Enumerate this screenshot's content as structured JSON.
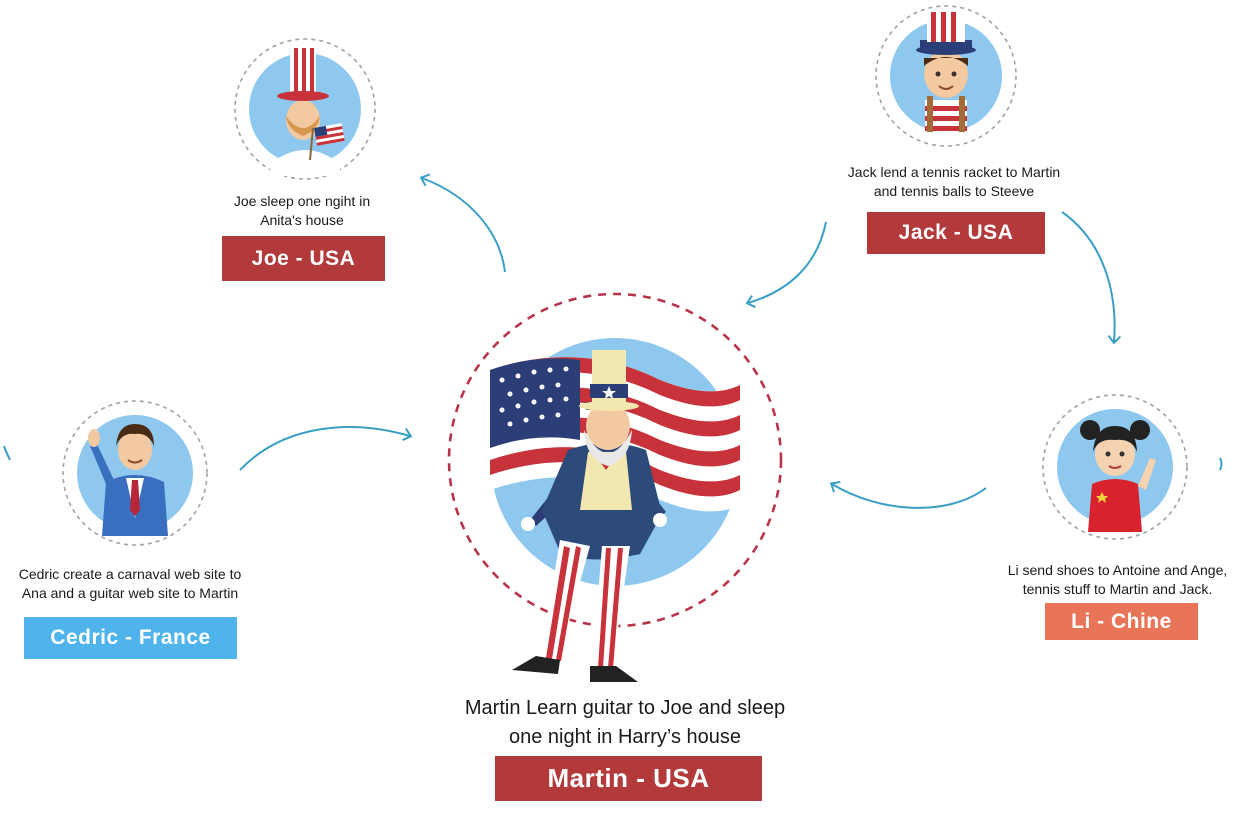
{
  "nodes": {
    "joe": {
      "description_line1": "Joe sleep one ngiht in",
      "description_line2": "Anita's house",
      "label": "Joe - USA"
    },
    "jack": {
      "description_line1": "Jack lend a tennis racket to Martin",
      "description_line2": "and tennis balls to Steeve",
      "label": "Jack - USA"
    },
    "cedric": {
      "description_line1": "Cedric create a carnaval web site to",
      "description_line2": "Ana and a guitar web site to Martin",
      "label": "Cedric - France"
    },
    "li": {
      "description_line1": "Li send shoes to Antoine and Ange,",
      "description_line2": "tennis stuff to Martin and Jack.",
      "label": "Li - Chine"
    },
    "martin": {
      "description_line1": "Martin Learn guitar to Joe and sleep",
      "description_line2": "one night in Harry’s house",
      "label": "Martin - USA"
    }
  },
  "colors": {
    "label_red": "#b23a3a",
    "label_blue": "#4fb4ec",
    "label_salmon": "#e97559",
    "arrow": "#3a9fc4",
    "circle_bg": "#8fc8ef",
    "dashed_center": "#b8344a",
    "dashed_small": "#9aa4aa"
  }
}
